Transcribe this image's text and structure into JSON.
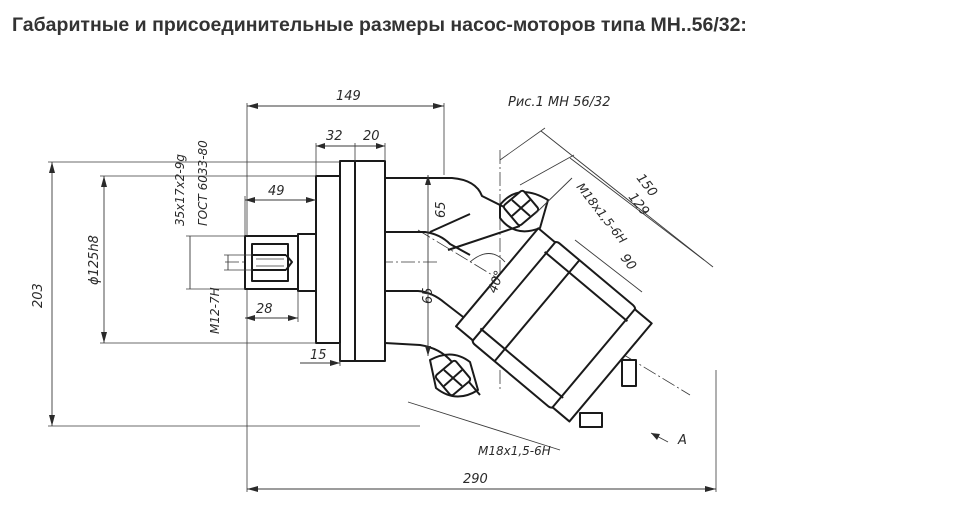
{
  "page_title": "Габаритные и присоединительные размеры насос-моторов типа МН..56/32:",
  "drawing": {
    "figure_caption": "Рис.1   МН 56/32",
    "view_label": "A",
    "dimensions": {
      "overall_length": "149",
      "flange_thickness": "32",
      "flange_offset": "20",
      "shaft_length": "49",
      "shaft_end": "28",
      "pilot_depth": "15",
      "total_length": "290",
      "height": "203",
      "pilot_diameter": "ϕ125h8",
      "spline_spec": "35x17x2-9g",
      "spline_standard": "ГОСТ 6033-80",
      "center_thread": "М12-7Н",
      "port_offset_upper": "65",
      "port_offset_lower": "65",
      "tilt_angle": "40°",
      "port_thread_upper": "М18х1,5-6Н",
      "port_thread_lower": "М18х1,5-6Н",
      "housing_length_150": "150",
      "housing_length_129": "129",
      "housing_length_90": "90"
    }
  }
}
